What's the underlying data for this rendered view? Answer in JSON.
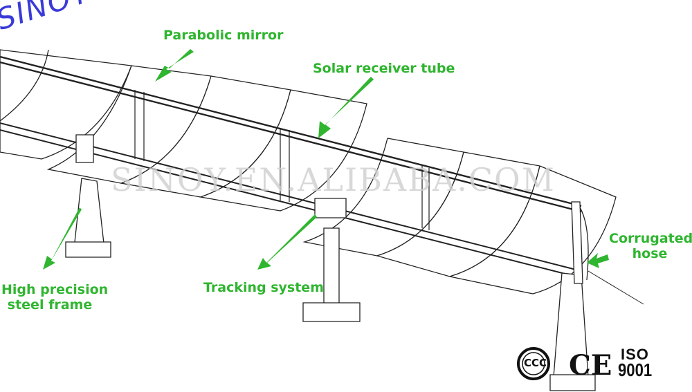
{
  "brand": "SINOY",
  "watermark": "SINOY.EN.ALIBABA.COM",
  "labels": {
    "parabolic_mirror": "Parabolic mirror",
    "solar_receiver_tube": "Solar receiver tube",
    "corrugated_hose_line1": "Corrugated",
    "corrugated_hose_line2": "hose",
    "tracking_system": "Tracking system",
    "steel_frame_line1": "High precision",
    "steel_frame_line2": "steel frame"
  },
  "certifications": {
    "ccc": "CCC",
    "ce": "CE",
    "iso_top": "ISO",
    "iso_bottom": "9001"
  },
  "colors": {
    "label_green": "#2fb52f",
    "brand_blue": "#3a3ad8",
    "line_dark": "#222222"
  }
}
